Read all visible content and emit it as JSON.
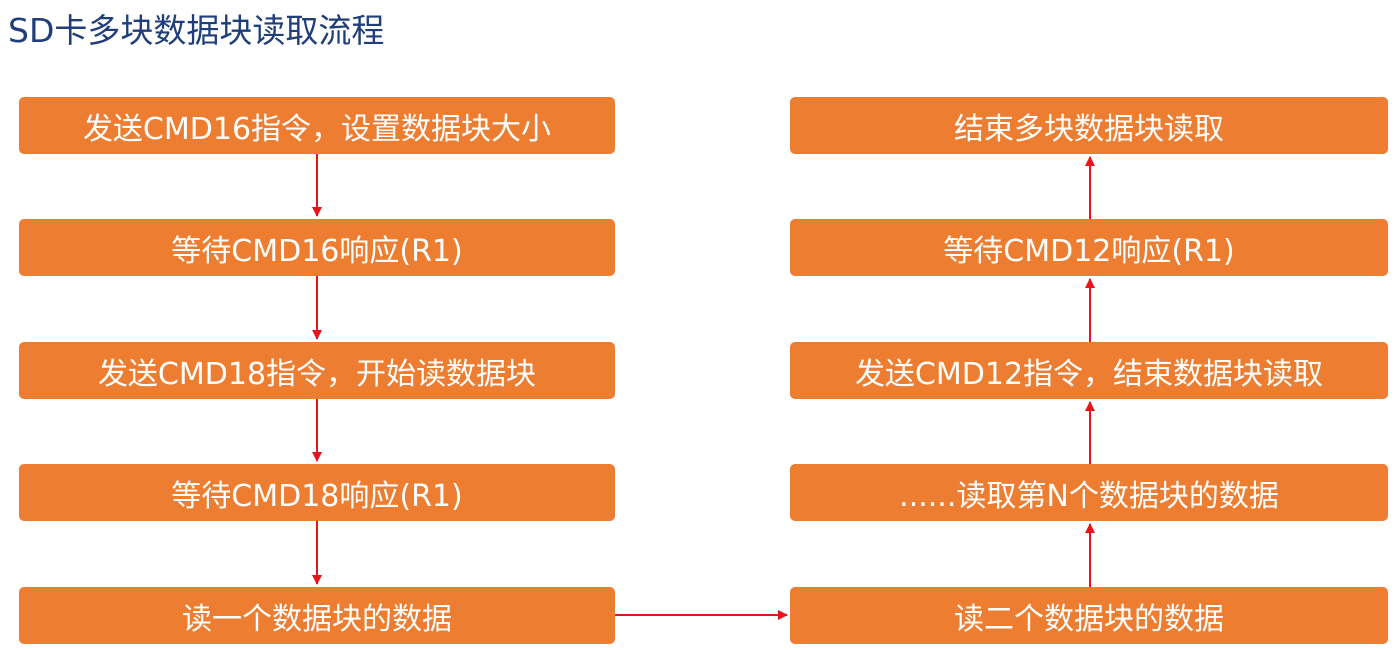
{
  "title": "SD卡多块数据块读取流程",
  "left_steps": [
    "发送CMD16指令，设置数据块大小",
    "等待CMD16响应(R1)",
    "发送CMD18指令，开始读数据块",
    "等待CMD18响应(R1)",
    "读一个数据块的数据"
  ],
  "right_steps": [
    "结束多块数据块读取",
    "等待CMD12响应(R1)",
    "发送CMD12指令，结束数据块读取",
    "......读取第N个数据块的数据",
    "读二个数据块的数据"
  ],
  "colors": {
    "box": "#ed7d31",
    "box_text": "#ffffff",
    "arrow": "#e8141b",
    "title": "#1f3e7a"
  }
}
